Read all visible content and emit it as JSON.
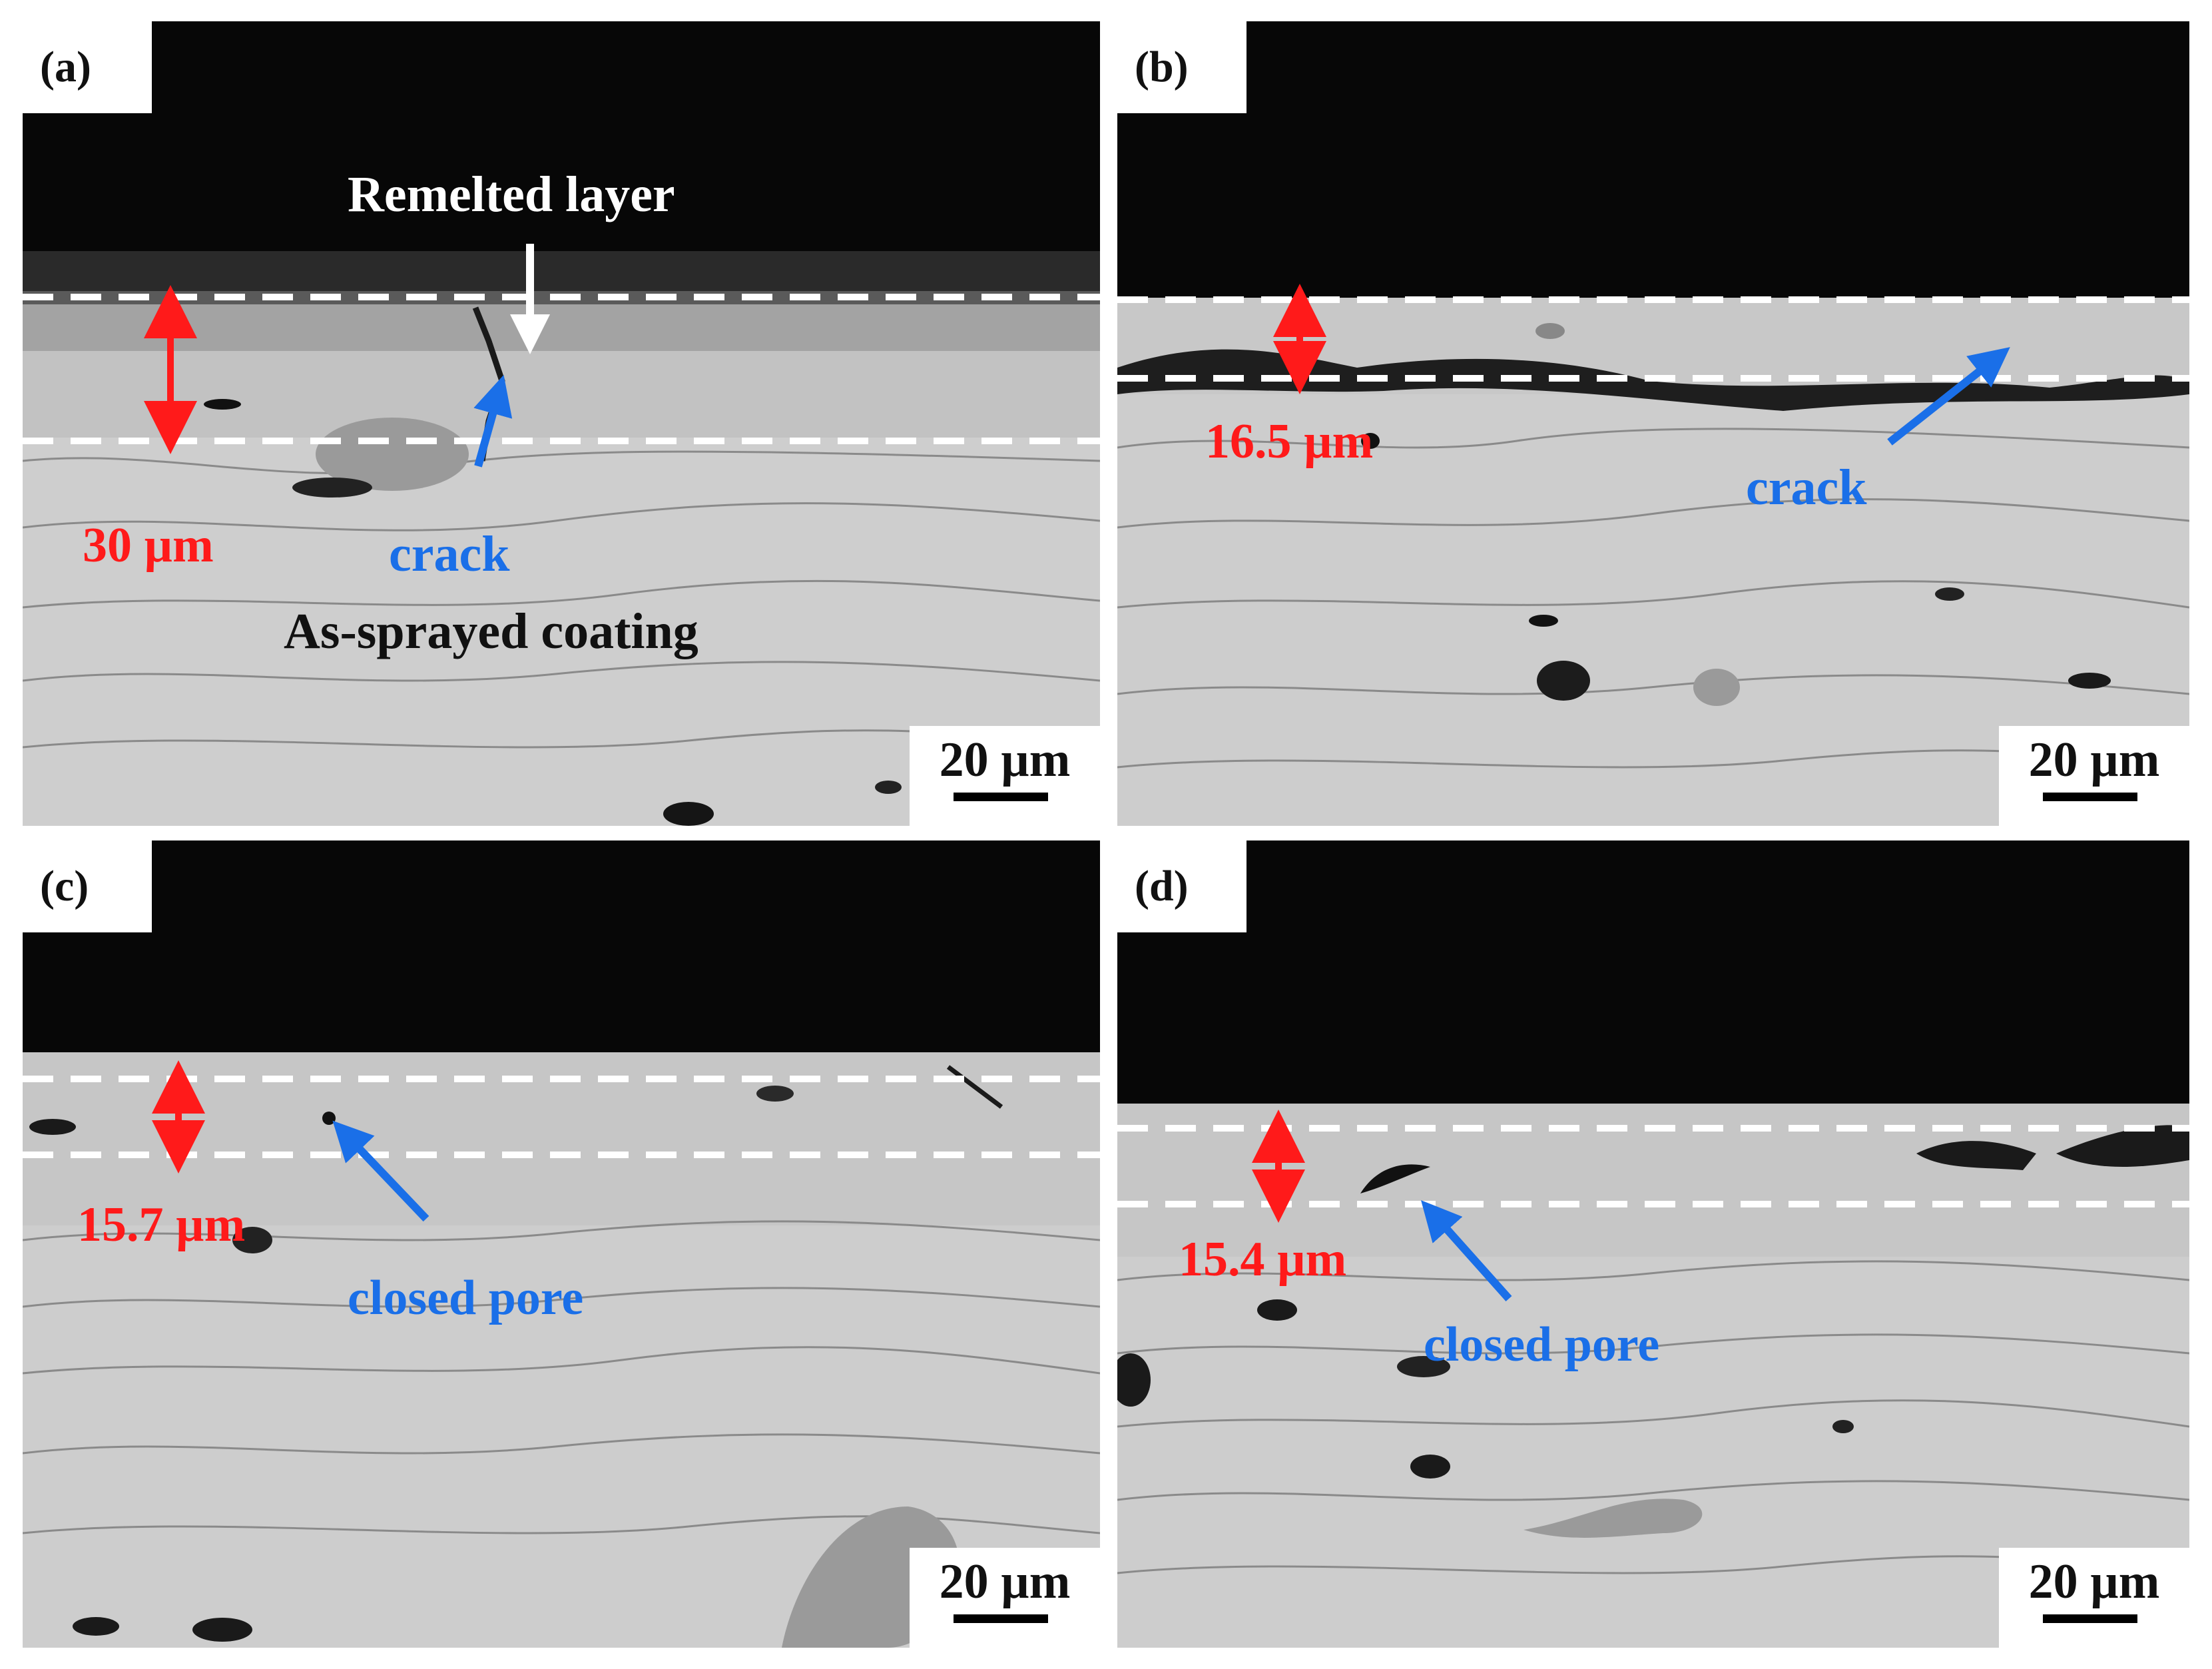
{
  "panels": {
    "a": {
      "label": "(a)",
      "thickness": "30 µm",
      "remelted": "Remelted layer",
      "crack": "crack",
      "assprayed": "As-sprayed coating",
      "scale": "20 µm"
    },
    "b": {
      "label": "(b)",
      "thickness": "16.5 µm",
      "crack": "crack",
      "scale": "20 µm"
    },
    "c": {
      "label": "(c)",
      "thickness": "15.7 µm",
      "pore": "closed pore",
      "scale": "20 µm"
    },
    "d": {
      "label": "(d)",
      "thickness": "15.4 µm",
      "pore": "closed pore",
      "scale": "20 µm"
    }
  },
  "colors": {
    "thickness_arrow": "#ff1a1a",
    "feature_arrow": "#1a6fe8",
    "guide_line": "#ffffff",
    "background_void": "#080808",
    "coating": "#cdcdcd"
  }
}
